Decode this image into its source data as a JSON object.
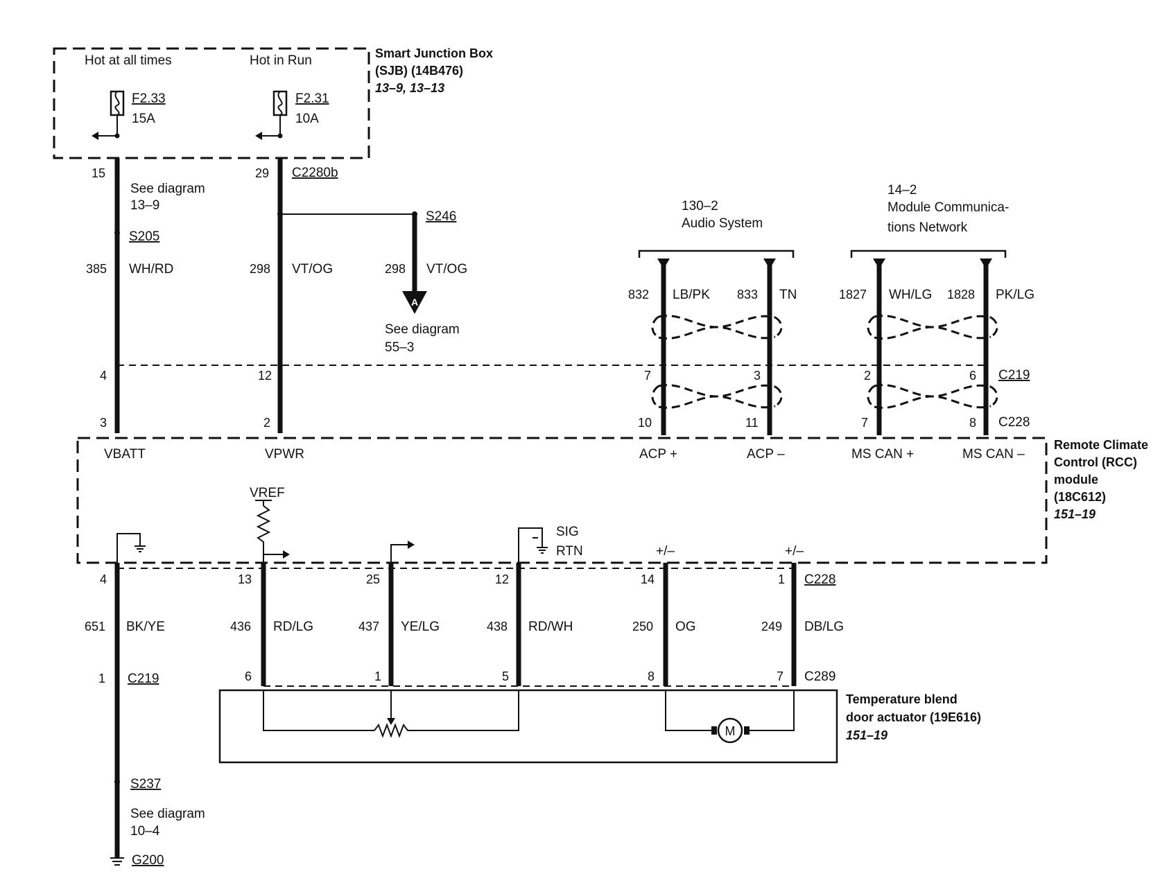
{
  "sjb": {
    "name": "Smart Junction Box",
    "id": "(SJB) (14B476)",
    "ref": "13–9, 13–13",
    "hot_always": "Hot at all times",
    "hot_run": "Hot in Run",
    "fuse1": {
      "name": "F2.33",
      "rating": "15A"
    },
    "fuse2": {
      "name": "F2.31",
      "rating": "10A"
    }
  },
  "upper": {
    "pin15": "15",
    "pin29": "29",
    "c2280b": "C2280b",
    "see1_a": "See diagram",
    "see1_b": "13–9",
    "s205": "S205",
    "s246": "S246",
    "w385": "385",
    "c385": "WH/RD",
    "w298a": "298",
    "c298a": "VT/OG",
    "w298b": "298",
    "c298b": "VT/OG",
    "conn_a": "A",
    "see2_a": "See diagram",
    "see2_b": "55–3"
  },
  "audio": {
    "ref": "130–2",
    "name": "Audio System"
  },
  "mcn": {
    "ref": "14–2",
    "name_a": "Module Communica-",
    "name_b": "tions Network"
  },
  "bus": {
    "w832": "832",
    "c832": "LB/PK",
    "w833": "833",
    "c833": "TN",
    "w1827": "1827",
    "c1827": "WH/LG",
    "w1828": "1828",
    "c1828": "PK/LG"
  },
  "c219_pins": {
    "p4": "4",
    "p12": "12",
    "p7": "7",
    "p3": "3",
    "p2": "2",
    "p6": "6",
    "label": "C219"
  },
  "c228_pins": {
    "p3": "3",
    "p2": "2",
    "p10": "10",
    "p11": "11",
    "p7": "7",
    "p8": "8",
    "label": "C228"
  },
  "rcc": {
    "name_a": "Remote Climate",
    "name_b": "Control (RCC)",
    "name_c": "module",
    "id": "(18C612)",
    "ref": "151–19",
    "vbatt": "VBATT",
    "vpwr": "VPWR",
    "acp_p": "ACP +",
    "acp_m": "ACP –",
    "can_p": "MS CAN +",
    "can_m": "MS CAN –",
    "vref": "VREF",
    "sig": "SIG",
    "rtn": "RTN",
    "pm1": "+/–",
    "pm2": "+/–"
  },
  "lower": {
    "p4": "4",
    "p13": "13",
    "p25": "25",
    "p12": "12",
    "p14": "14",
    "p1": "1",
    "c228": "C228",
    "w651": "651",
    "c651": "BK/YE",
    "w436": "436",
    "c436": "RD/LG",
    "w437": "437",
    "c437": "YE/LG",
    "w438": "438",
    "c438": "RD/WH",
    "w250": "250",
    "c250": "OG",
    "w249": "249",
    "c249": "DB/LG",
    "c219_pin": "1",
    "c219": "C219",
    "a6": "6",
    "a1": "1",
    "a5": "5",
    "a8": "8",
    "a7": "7",
    "c289": "C289",
    "motor": "M",
    "s237": "S237",
    "see3_a": "See diagram",
    "see3_b": "10–4",
    "g200": "G200"
  },
  "actuator": {
    "name_a": "Temperature blend",
    "name_b": "door actuator (19E616)",
    "ref": "151–19"
  }
}
